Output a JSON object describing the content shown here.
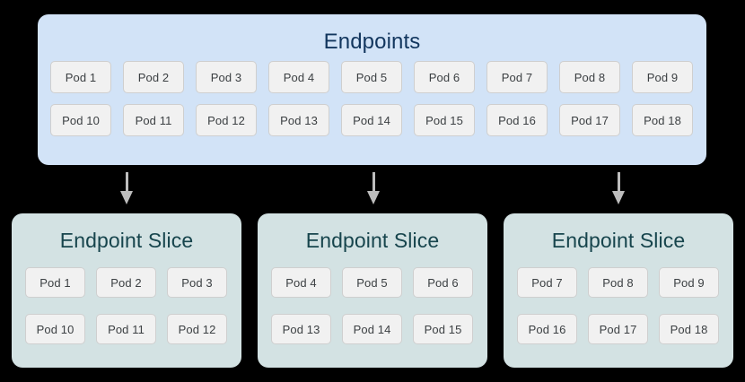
{
  "diagram": {
    "type": "kubernetes-endpointslice-diagram",
    "colors": {
      "background": "#000000",
      "endpoints_panel_fill": "#d2e3f7",
      "endpoints_title": "#12365e",
      "slice_panel_fill": "#d3e2e3",
      "slice_title": "#17454d",
      "pod_fill": "#f1f1f1",
      "pod_border": "#cfcfcf",
      "pod_text": "#3c4043",
      "arrow": "#bdbdbd"
    }
  },
  "endpoints": {
    "title": "Endpoints",
    "pods": [
      "Pod 1",
      "Pod 2",
      "Pod 3",
      "Pod 4",
      "Pod 5",
      "Pod 6",
      "Pod 7",
      "Pod 8",
      "Pod 9",
      "Pod 10",
      "Pod 11",
      "Pod 12",
      "Pod 13",
      "Pod 14",
      "Pod 15",
      "Pod 16",
      "Pod 17",
      "Pod 18"
    ]
  },
  "arrows": [
    {
      "name": "arrow-to-slice-1"
    },
    {
      "name": "arrow-to-slice-2"
    },
    {
      "name": "arrow-to-slice-3"
    }
  ],
  "slices": [
    {
      "title": "Endpoint Slice",
      "pods": [
        "Pod 1",
        "Pod 2",
        "Pod 3",
        "Pod 10",
        "Pod 11",
        "Pod 12"
      ]
    },
    {
      "title": "Endpoint Slice",
      "pods": [
        "Pod 4",
        "Pod 5",
        "Pod 6",
        "Pod 13",
        "Pod 14",
        "Pod 15"
      ]
    },
    {
      "title": "Endpoint Slice",
      "pods": [
        "Pod 7",
        "Pod 8",
        "Pod 9",
        "Pod 16",
        "Pod 17",
        "Pod 18"
      ]
    }
  ]
}
